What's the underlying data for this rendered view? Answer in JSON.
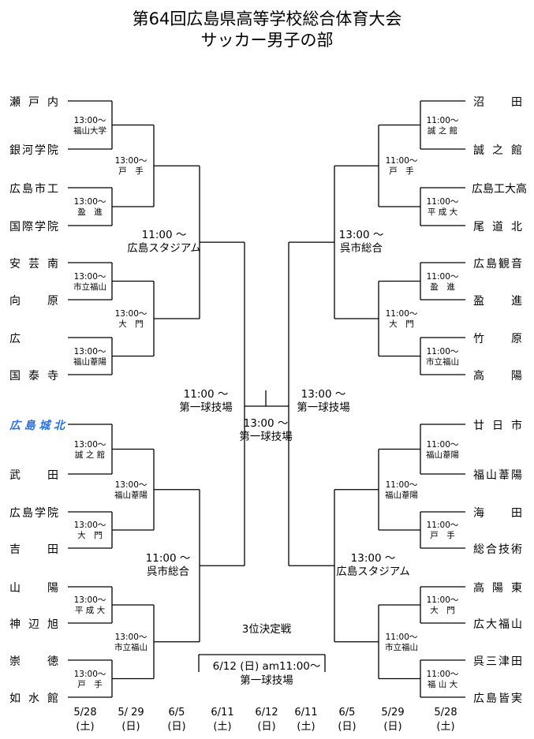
{
  "title": {
    "line1": "第64回広島県高等学校総合体育大会",
    "line2": "サッカー男子の部"
  },
  "highlight_color": "#2a6fdb",
  "teams_left": [
    "瀬戸内",
    "銀河学院",
    "広島市工",
    "国際学院",
    "安芸南",
    "向　原",
    "広",
    "国泰寺",
    "広島城北",
    "武　田",
    "広島学院",
    "吉　田",
    "山　陽",
    "神辺旭",
    "崇　徳",
    "如水館"
  ],
  "teams_right": [
    "沼　田",
    "誠之館",
    "広島工大高",
    "尾道北",
    "広島観音",
    "盈　進",
    "竹　原",
    "高　陽",
    "廿日市",
    "福山葦陽",
    "海　田",
    "総合技術",
    "高陽東",
    "広大福山",
    "呉三津田",
    "広島皆実"
  ],
  "r1_left": [
    {
      "time": "13:00〜",
      "venue": "福山大学"
    },
    {
      "time": "13:00〜",
      "venue": "盈　進"
    },
    {
      "time": "13:00〜",
      "venue": "市立福山"
    },
    {
      "time": "13:00〜",
      "venue": "福山葦陽"
    },
    {
      "time": "13:00〜",
      "venue": "誠 之 館"
    },
    {
      "time": "13:00〜",
      "venue": "大　門"
    },
    {
      "time": "13:00〜",
      "venue": "平 成 大"
    },
    {
      "time": "13:00〜",
      "venue": "戸　手"
    }
  ],
  "r1_right": [
    {
      "time": "11:00〜",
      "venue": "誠 之 館"
    },
    {
      "time": "11:00〜",
      "venue": "平 成 大"
    },
    {
      "time": "11:00〜",
      "venue": "盈　進"
    },
    {
      "time": "11:00〜",
      "venue": "市立福山"
    },
    {
      "time": "11:00〜",
      "venue": "福山葦陽"
    },
    {
      "time": "11:00〜",
      "venue": "戸　手"
    },
    {
      "time": "11:00〜",
      "venue": "大　門"
    },
    {
      "time": "11:00〜",
      "venue": "福 山 大"
    }
  ],
  "r2_left": [
    {
      "time": "13:00〜",
      "venue": "戸　手"
    },
    {
      "time": "13:00〜",
      "venue": "大　門"
    },
    {
      "time": "13:00〜",
      "venue": "福山葦陽"
    },
    {
      "time": "13:00〜",
      "venue": "市立福山"
    }
  ],
  "r2_right": [
    {
      "time": "11:00〜",
      "venue": "戸　手"
    },
    {
      "time": "11:00〜",
      "venue": "大　門"
    },
    {
      "time": "11:00〜",
      "venue": "福山葦陽"
    },
    {
      "time": "11:00〜",
      "venue": "市立福山"
    }
  ],
  "r3_left": [
    {
      "time": "11:00 〜",
      "venue": "広島スタジアム"
    },
    {
      "time": "11:00 〜",
      "venue": "呉市総合"
    }
  ],
  "r3_right": [
    {
      "time": "13:00 〜",
      "venue": "呉市総合"
    },
    {
      "time": "13:00 〜",
      "venue": "広島スタジアム"
    }
  ],
  "semi_left": {
    "time": "11:00 〜",
    "venue": "第一球技場"
  },
  "semi_right": {
    "time": "13:00 〜",
    "venue": "第一球技場"
  },
  "final": {
    "time": "13:00 〜",
    "venue": "第一球技場"
  },
  "third_place": {
    "title": "3位決定戦",
    "date": "6/12 (日) am11:00〜",
    "venue": "第一球技場"
  },
  "dates": [
    {
      "d": "5/28",
      "w": "(土)"
    },
    {
      "d": "5/ 29",
      "w": "(日)"
    },
    {
      "d": "6/5",
      "w": "(日)"
    },
    {
      "d": "6/11",
      "w": "(土)"
    },
    {
      "d": "6/12",
      "w": "(日)"
    },
    {
      "d": "6/11",
      "w": "(土)"
    },
    {
      "d": "6/5",
      "w": "(日)"
    },
    {
      "d": "5/29",
      "w": "(日)"
    },
    {
      "d": "5/28",
      "w": "(土)"
    }
  ]
}
